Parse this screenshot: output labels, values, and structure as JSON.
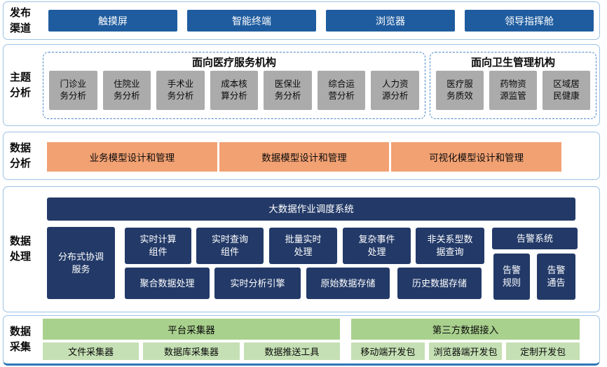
{
  "palette": {
    "section_border": "#9CC2E5",
    "channel_blue": "#1F5C9F",
    "navy": "#233A68",
    "orange": "#F2A173",
    "green_header": "#A9D18E",
    "green_item": "#C5E0B4",
    "gray_item": "#ABABAB",
    "dashed_border": "#4A86C8",
    "bottom_rule": "#2E75B6"
  },
  "publish": {
    "label": "发布渠道",
    "items": [
      "触摸屏",
      "智能终端",
      "浏览器",
      "领导指挥舱"
    ]
  },
  "theme": {
    "label": "主题分析",
    "groups": [
      {
        "title": "面向医疗服务机构",
        "items": [
          "门诊业务分析",
          "住院业务分析",
          "手术业务分析",
          "成本核算分析",
          "医保业务分析",
          "综合运营分析",
          "人力资源分析"
        ]
      },
      {
        "title": "面向卫生管理机构",
        "items": [
          "医疗服务质效",
          "药物资源监管",
          "区域居民健康"
        ]
      }
    ]
  },
  "analysis": {
    "label": "数据分析",
    "items": [
      "业务模型设计和管理",
      "数据模型设计和管理",
      "可视化模型设计和管理"
    ]
  },
  "processing": {
    "label": "数据处理",
    "scheduler": "大数据作业调度系统",
    "coordination": "分布式协调服务",
    "row_a": [
      "实时计算组件",
      "实时查询组件",
      "批量实时处理",
      "复杂事件处理",
      "非关系型数据查询"
    ],
    "row_b": [
      "聚合数据处理",
      "实时分析引擎",
      "原始数据存储",
      "历史数据存储"
    ],
    "alert_system": "告警系统",
    "alert_rules": "告警规则",
    "alert_notice": "告警通告"
  },
  "collection": {
    "label": "数据采集",
    "groups": [
      {
        "title": "平台采集器",
        "items": [
          "文件采集器",
          "数据库采集器",
          "数据推送工具"
        ]
      },
      {
        "title": "第三方数据接入",
        "items": [
          "移动端开发包",
          "浏览器端开发包",
          "定制开发包"
        ]
      }
    ]
  }
}
